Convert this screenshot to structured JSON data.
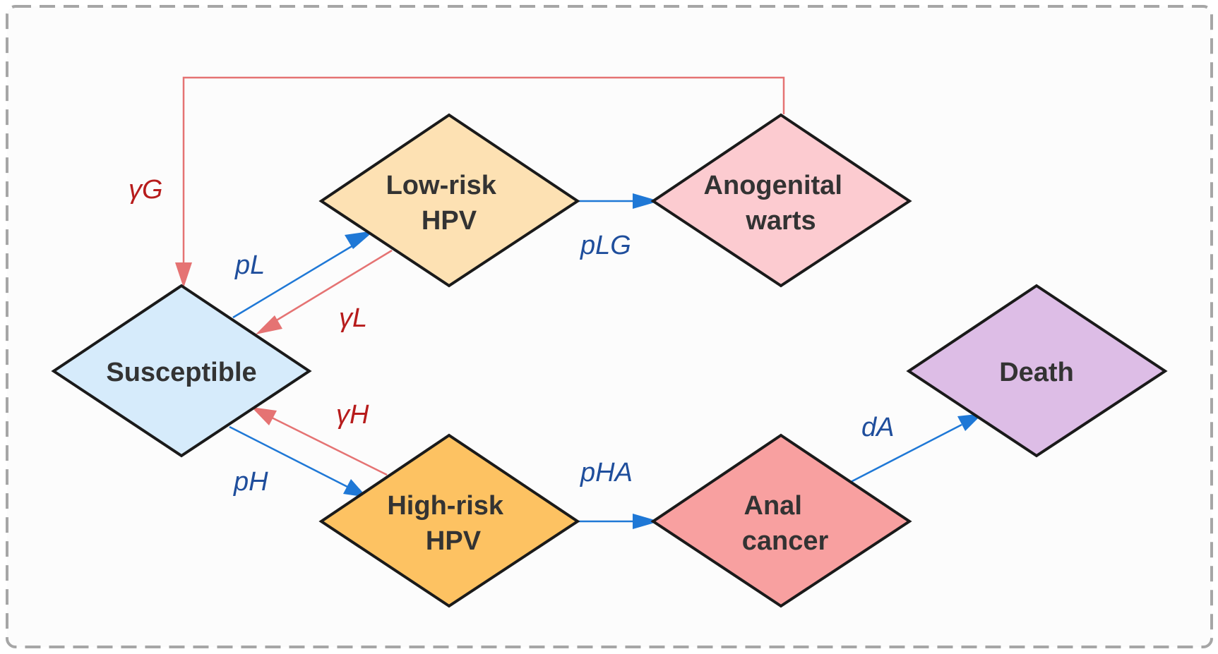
{
  "colors": {
    "background": "#fcfcfc",
    "frame": "#a6a6a6",
    "node_stroke": "#1a1a1a",
    "text": "#333333",
    "blue_edge": "#1f78d6",
    "blue_label": "#1f4e9c",
    "red_edge": "#e57373",
    "red_label": "#b71c1c"
  },
  "nodes": {
    "susceptible": {
      "label_lines": [
        "Susceptible"
      ],
      "fill": "#d6ebfb"
    },
    "low_risk_hpv": {
      "label_lines": [
        "Low-risk",
        "HPV"
      ],
      "fill": "#fde1b3"
    },
    "anogenital_warts": {
      "label_lines": [
        "Anogenital",
        "warts"
      ],
      "fill": "#fccbd0"
    },
    "high_risk_hpv": {
      "label_lines": [
        "High-risk",
        "HPV"
      ],
      "fill": "#fdc262"
    },
    "anal_cancer": {
      "label_lines": [
        "Anal",
        "cancer"
      ],
      "fill": "#f8a0a0"
    },
    "death": {
      "label_lines": [
        "Death"
      ],
      "fill": "#ddbde6"
    }
  },
  "edges": {
    "pL": {
      "from": "Susceptible",
      "to": "Low-risk HPV",
      "label": "pL",
      "kind": "progression"
    },
    "gammaL": {
      "from": "Low-risk HPV",
      "to": "Susceptible",
      "label": "γL",
      "kind": "recovery"
    },
    "pLG": {
      "from": "Low-risk HPV",
      "to": "Anogenital warts",
      "label": "pLG",
      "kind": "progression"
    },
    "gammaG": {
      "from": "Anogenital warts",
      "to": "Susceptible",
      "label": "γG",
      "kind": "recovery"
    },
    "pH": {
      "from": "Susceptible",
      "to": "High-risk HPV",
      "label": "pH",
      "kind": "progression"
    },
    "gammaH": {
      "from": "High-risk HPV",
      "to": "Susceptible",
      "label": "γH",
      "kind": "recovery"
    },
    "pHA": {
      "from": "High-risk HPV",
      "to": "Anal cancer",
      "label": "pHA",
      "kind": "progression"
    },
    "dA": {
      "from": "Anal cancer",
      "to": "Death",
      "label": "dA",
      "kind": "progression"
    }
  }
}
